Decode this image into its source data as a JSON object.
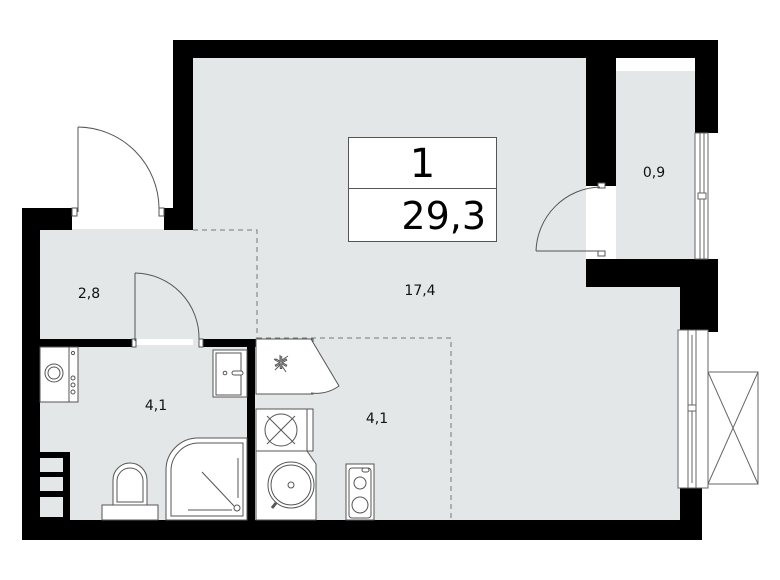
{
  "plan": {
    "type": "apartment-floor-plan",
    "rooms_count": "1",
    "total_area": "29,3",
    "colors": {
      "wall": "#000000",
      "floor": "#e4e7e8",
      "fixture_fill": "#ffffff",
      "line": "#555555",
      "dashed": "#777777"
    },
    "rooms": [
      {
        "id": "living",
        "name": "living-room",
        "area": "17,4"
      },
      {
        "id": "hall",
        "name": "entrance-hall",
        "area": "2,8"
      },
      {
        "id": "bath",
        "name": "bathroom",
        "area": "4,1"
      },
      {
        "id": "kitchen",
        "name": "kitchen-zone",
        "area": "4,1"
      },
      {
        "id": "loggia",
        "name": "balcony",
        "area": "0,9"
      }
    ],
    "fixtures": [
      "washing-machine",
      "sink",
      "toilet",
      "shower-cabin",
      "fridge",
      "range-hood",
      "kitchen-sink",
      "cooktop"
    ]
  }
}
